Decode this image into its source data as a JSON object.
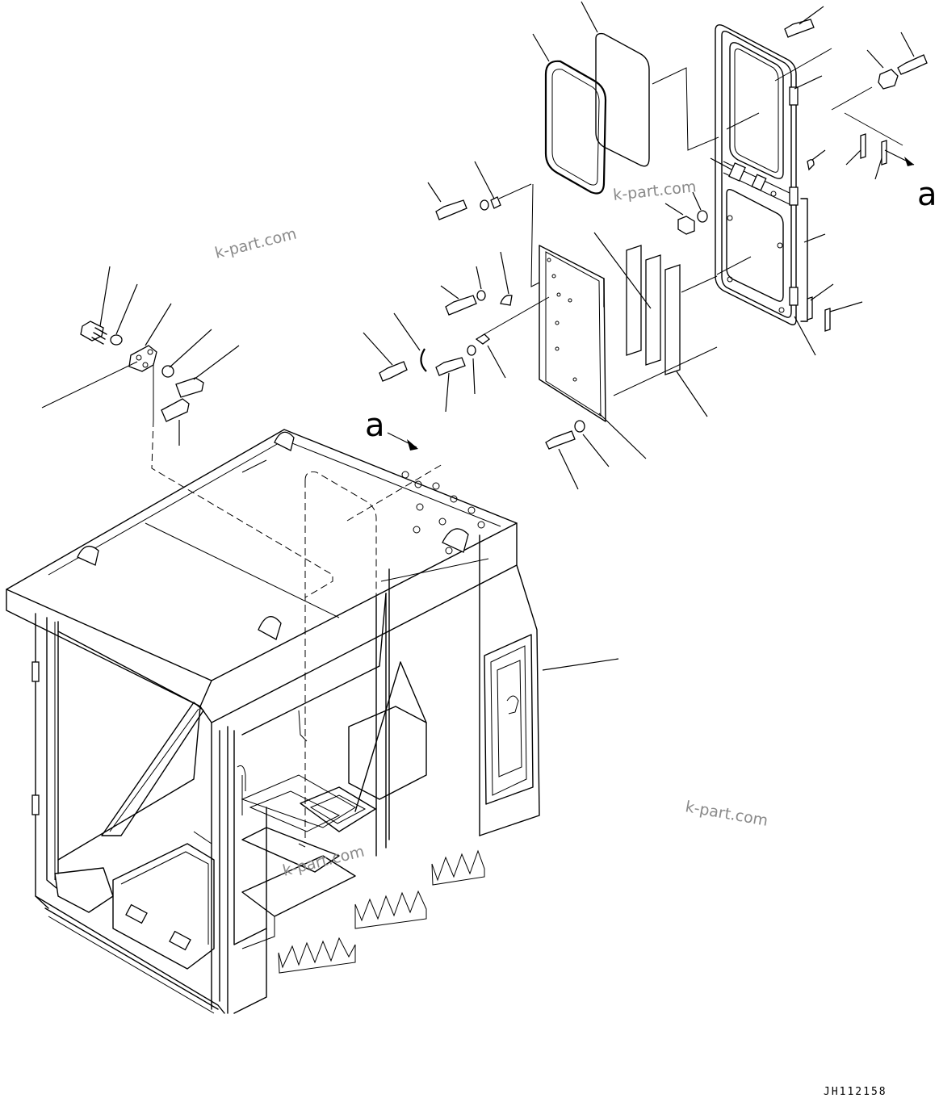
{
  "drawing": {
    "view_reference_label": "a",
    "watermark": "k-part.com",
    "drawing_code": "JH112158"
  },
  "parts": {
    "cab_frame": "cab-frame",
    "sliding_door": "door-frame",
    "window_glass": "window-glass",
    "window_seal": "window-seal",
    "door_inner_panel": "door-panel",
    "foam_strips": "foam-strips",
    "door_hinge_bracket": "hinge-bracket",
    "door_lock_striker": "door-lock-striker"
  },
  "colors": {
    "line": "#000000",
    "background": "#ffffff",
    "watermark": "#8a8a8a"
  }
}
